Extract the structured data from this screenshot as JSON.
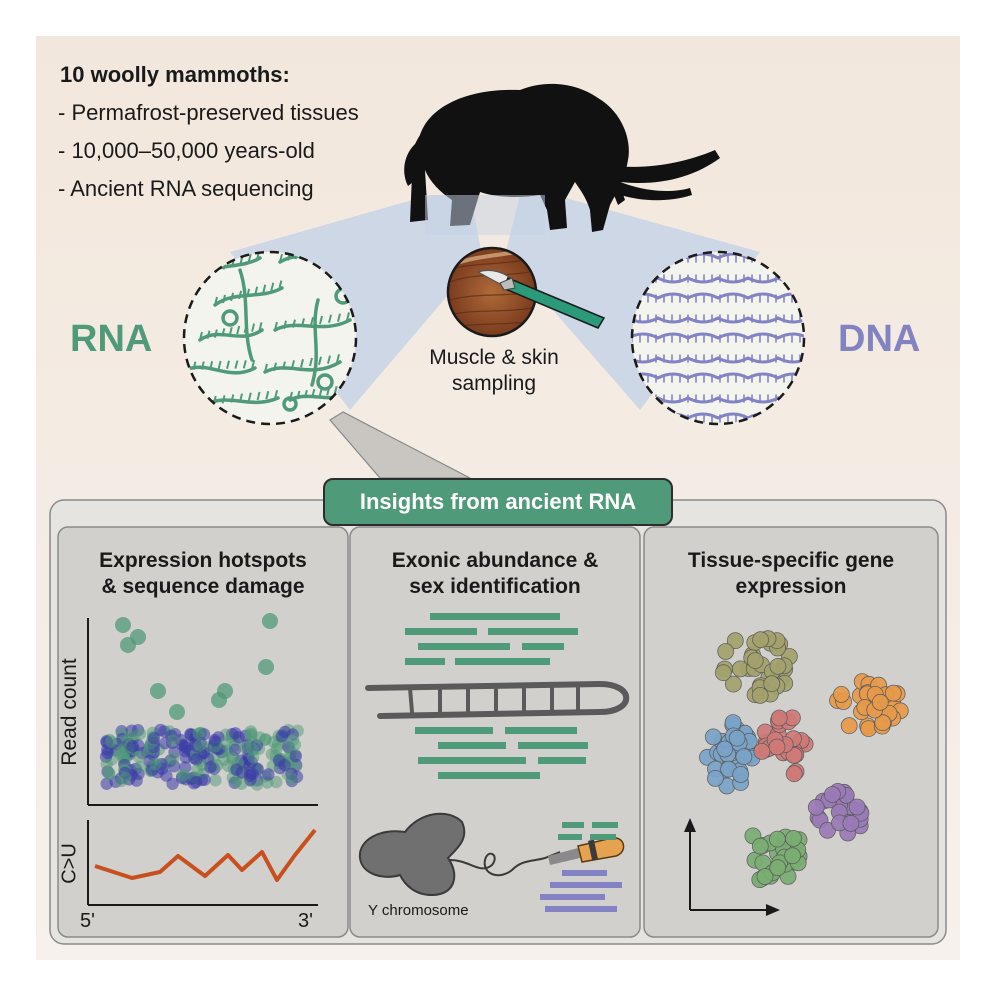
{
  "intro": {
    "title": "10 woolly mammoths:",
    "bullets": [
      "- Permafrost-preserved tissues",
      "- 10,000–50,000 years-old",
      "- Ancient RNA sequencing"
    ]
  },
  "labels": {
    "rna": "RNA",
    "dna": "DNA",
    "sampling_line1": "Muscle & skin",
    "sampling_line2": "sampling"
  },
  "insights_title": "Insights from ancient RNA",
  "panels": [
    {
      "title_line1": "Expression hotspots",
      "title_line2": "& sequence damage",
      "ylabel_top": "Read count",
      "ylabel_bottom": "C>U",
      "x_start": "5'",
      "x_end": "3'"
    },
    {
      "title_line1": "Exonic abundance &",
      "title_line2": "sex identification",
      "chromosome_label": "Y chromosome"
    },
    {
      "title_line1": "Tissue-specific gene",
      "title_line2": "expression"
    }
  ],
  "colors": {
    "background": "#f3eae2",
    "rna_green": "#4f9a78",
    "dna_purple": "#8383c4",
    "panel_bg": "#d2d0cc",
    "damage_line": "#c8501e",
    "cluster_olive": "#a3a26c",
    "cluster_orange": "#e79a4a",
    "cluster_blue": "#7aa3c8",
    "cluster_red": "#d07a78",
    "cluster_purple": "#9a7bb8",
    "cluster_green": "#7aae72"
  }
}
